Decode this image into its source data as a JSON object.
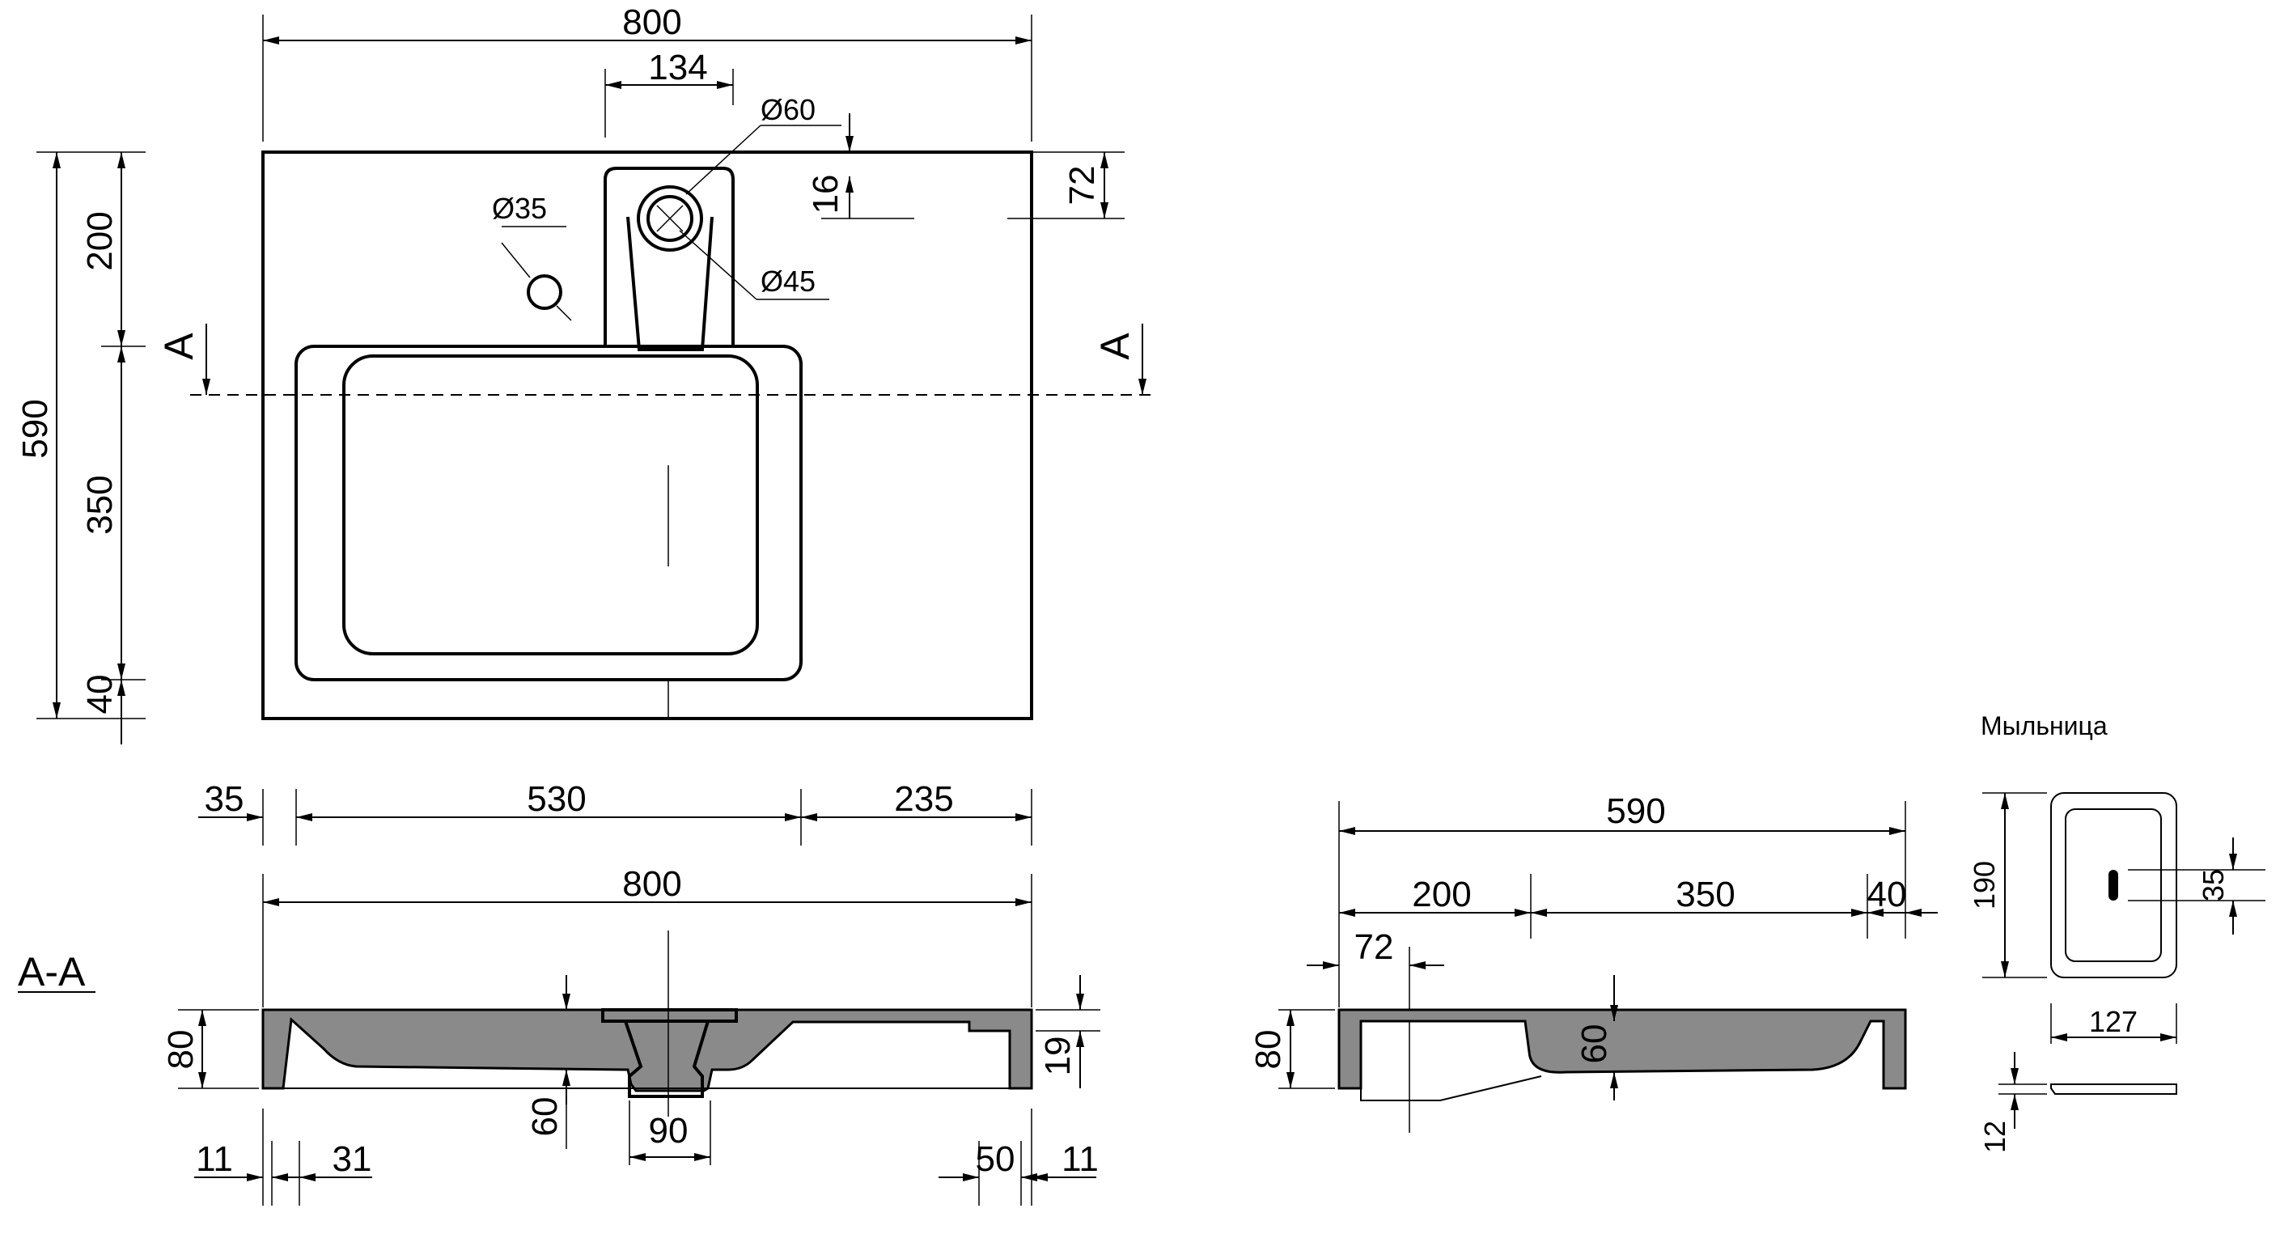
{
  "plan": {
    "width": "800",
    "mixer_zone": "134",
    "hole_outer": "Ø60",
    "hole_inner": "Ø45",
    "tap_hole": "Ø35",
    "offset_16": "16",
    "offset_72": "72",
    "depth_total": "590",
    "depth_back": "200",
    "depth_bowl": "350",
    "depth_front": "40",
    "section_mark": "A"
  },
  "section_aa": {
    "title": "A-A",
    "left": "35",
    "bowl": "530",
    "right": "235",
    "width": "800",
    "height": "80",
    "bowl_depth": "60",
    "drain": "90",
    "rim": "19",
    "wall_left": "11",
    "offset_left": "31",
    "offset_right": "50",
    "wall_right": "11"
  },
  "side_section": {
    "depth_total": "590",
    "depth_back": "200",
    "depth_bowl": "350",
    "depth_front": "40",
    "offset": "72",
    "height": "80",
    "bowl_depth": "60"
  },
  "soap_dish": {
    "title": "Мыльница",
    "length": "190",
    "width": "127",
    "slot": "35",
    "height": "12"
  }
}
